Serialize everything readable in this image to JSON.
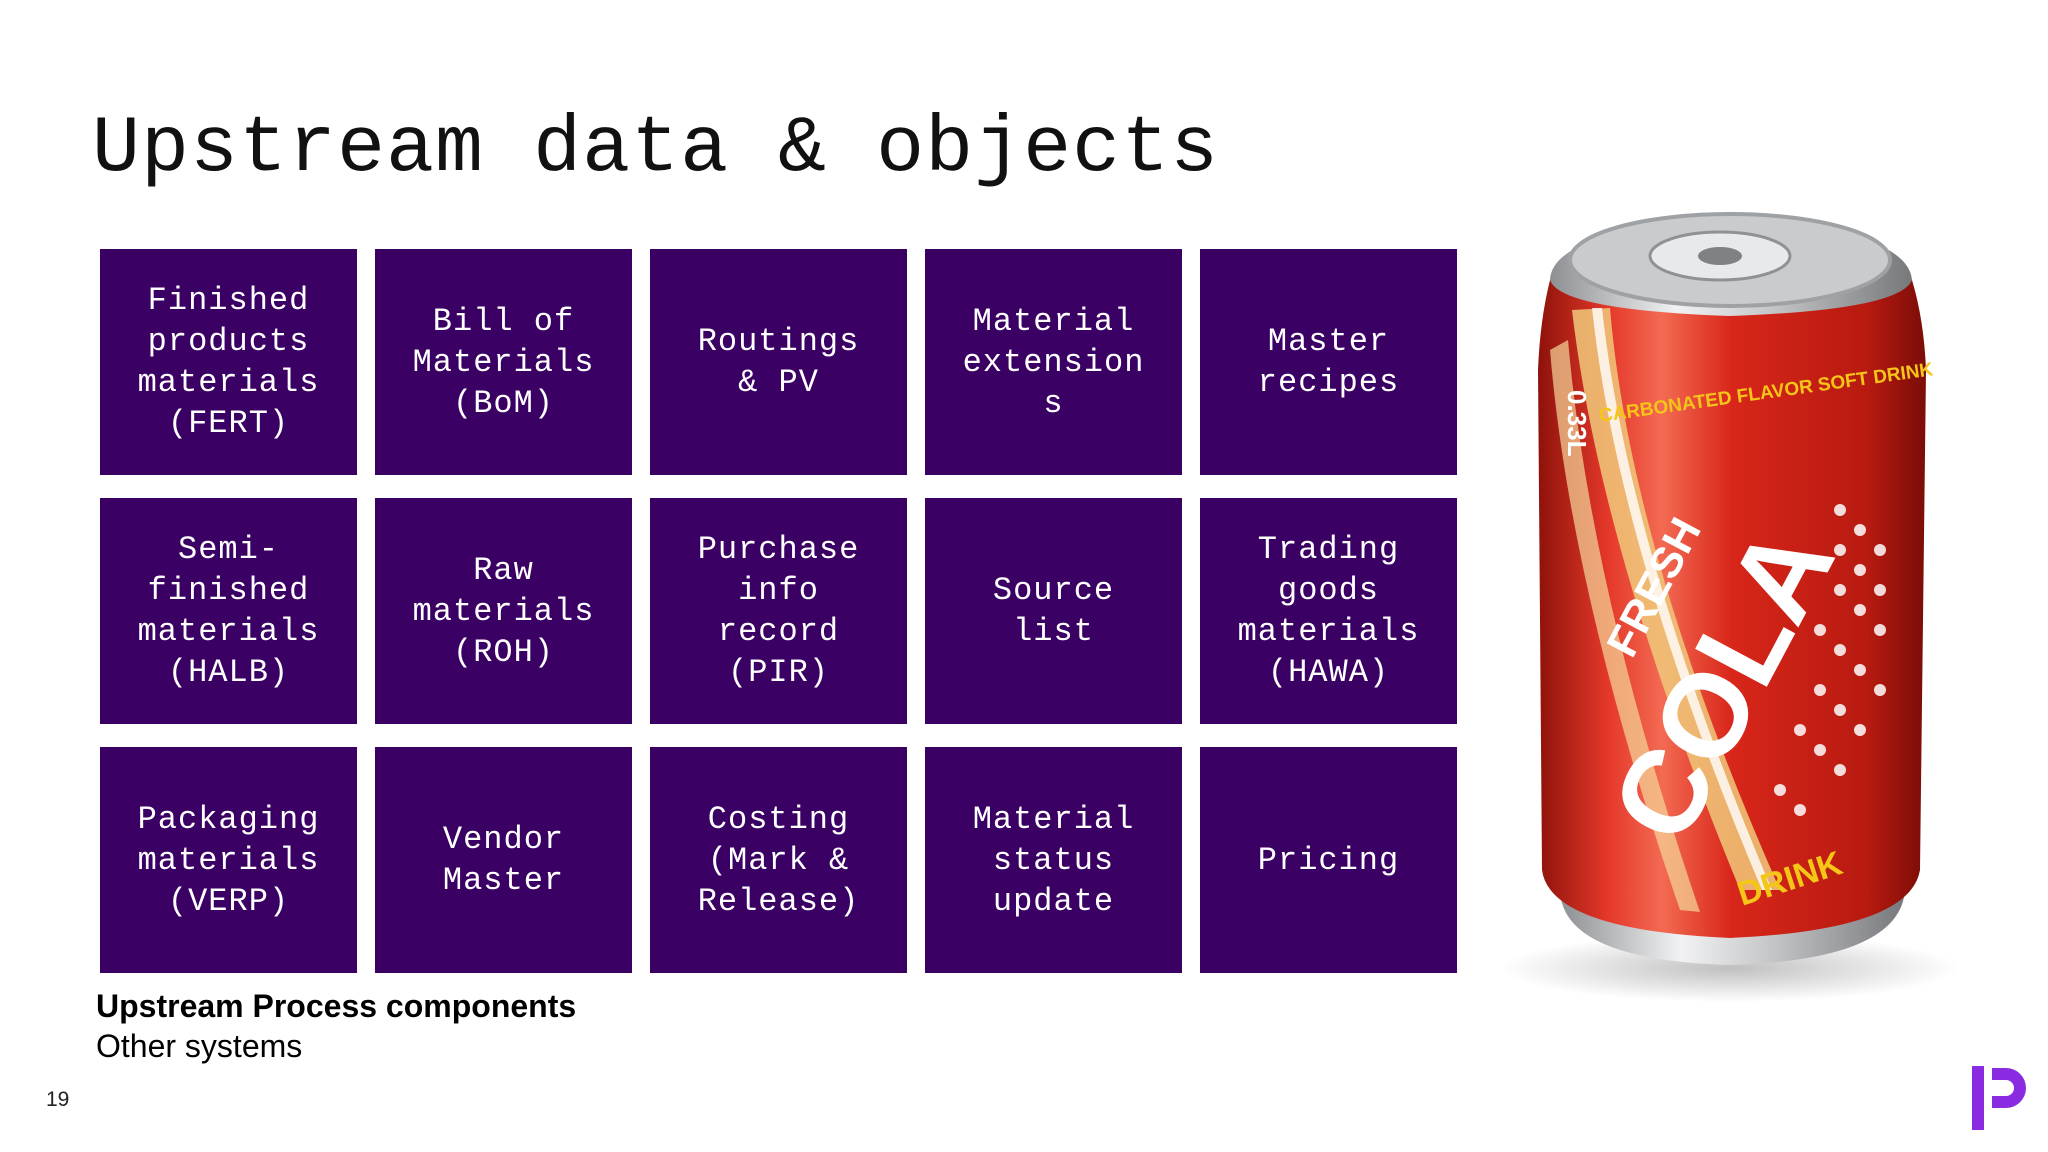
{
  "slide": {
    "title": "Upstream data & objects",
    "page_number": "19"
  },
  "tiles": [
    {
      "label": "Finished\nproducts\nmaterials\n(FERT)"
    },
    {
      "label": "Bill of\nMaterials\n(BoM)"
    },
    {
      "label": "Routings\n& PV"
    },
    {
      "label": "Material\nextension\ns"
    },
    {
      "label": "Master\nrecipes"
    },
    {
      "label": "Semi-\nfinished\nmaterials\n(HALB)"
    },
    {
      "label": "Raw\nmaterials\n(ROH)"
    },
    {
      "label": "Purchase\ninfo\nrecord\n(PIR)"
    },
    {
      "label": "Source\nlist"
    },
    {
      "label": "Trading\ngoods\nmaterials\n(HAWA)"
    },
    {
      "label": "Packaging\nmaterials\n(VERP)"
    },
    {
      "label": "Vendor\nMaster"
    },
    {
      "label": "Costing\n(Mark &\nRelease)"
    },
    {
      "label": "Material\nstatus\nupdate"
    },
    {
      "label": "Pricing"
    }
  ],
  "caption": {
    "heading": "Upstream Process components",
    "subheading": "Other systems"
  },
  "can_image": {
    "volume": "0.33L",
    "tagline": "CARBONATED FLAVOR SOFT DRINK",
    "brand_top": "FRESH",
    "brand_main": "COLA",
    "brand_bottom": "DRINK"
  },
  "colors": {
    "tile_bg": "#3a0064",
    "tile_text": "#ffffff",
    "logo": "#8a2be2",
    "can_red": "#d8261a",
    "can_gold": "#f5c518"
  }
}
